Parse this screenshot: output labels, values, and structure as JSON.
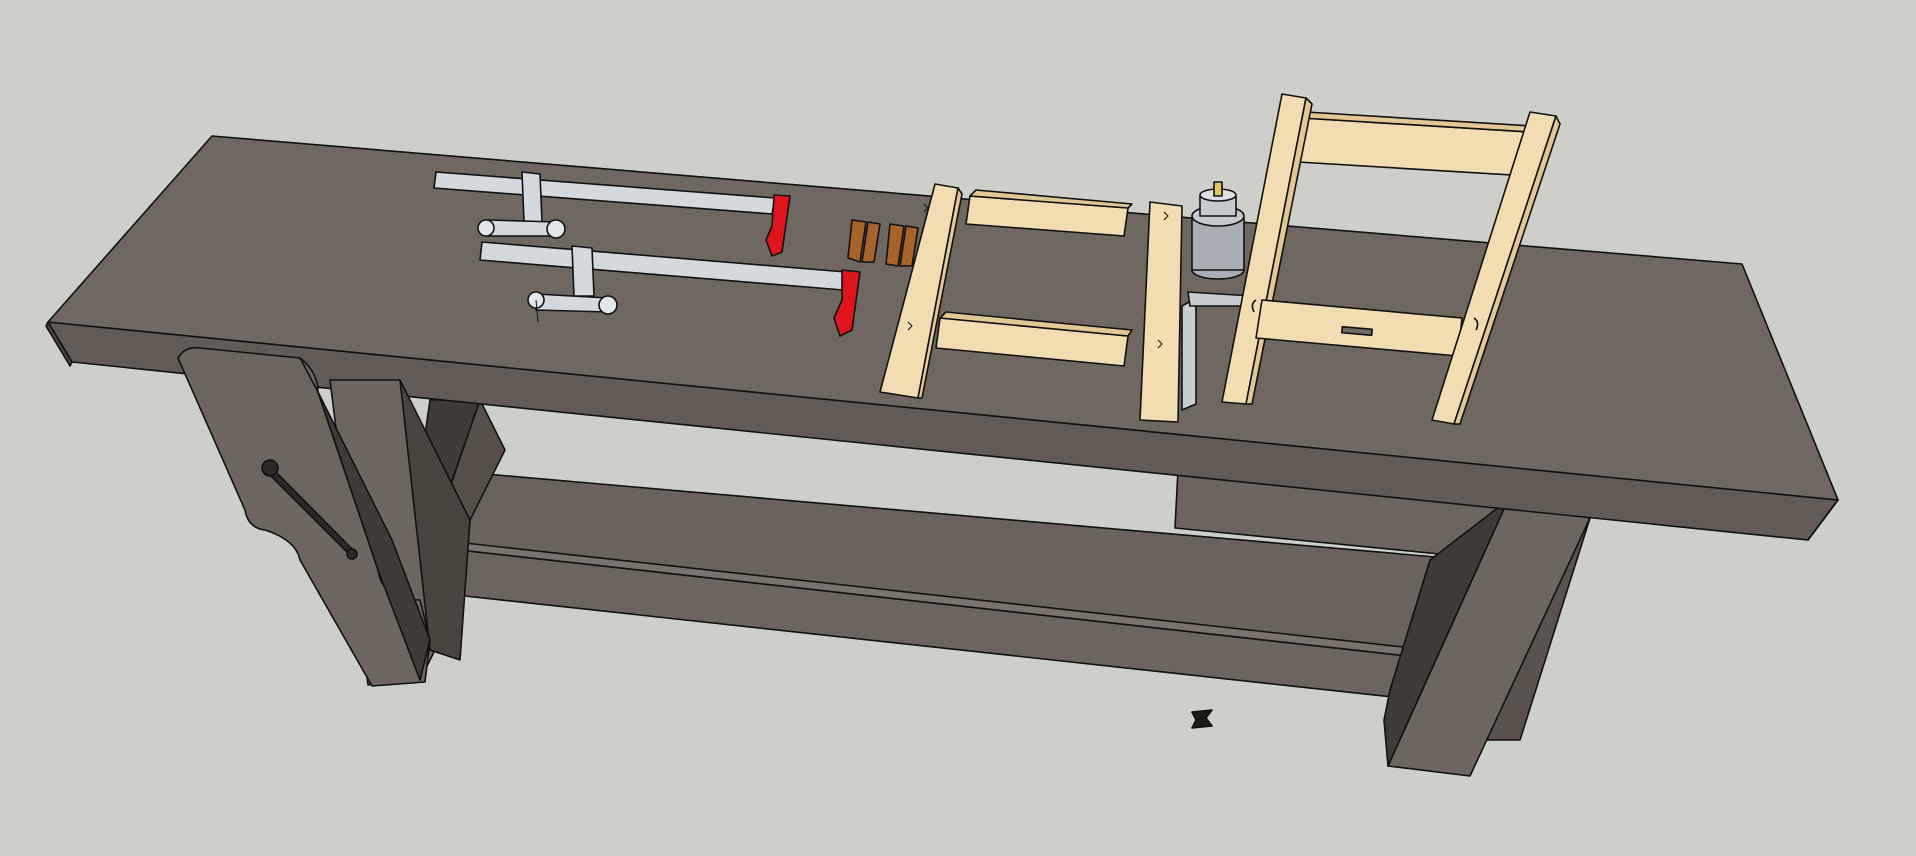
{
  "scene": {
    "kind": "3D model viewport",
    "background_color": "#cfcfca",
    "materials": {
      "bench_top": "#6f6861",
      "bench_side": "#625b55",
      "bench_dark": "#3f3a36",
      "bench_mid": "#575049",
      "pine": "#f2ddb2",
      "pine_shade": "#e2c894",
      "clamp_bar": "#d4d9de",
      "clamp_jaw": "#e0141c",
      "spacer": "#a8632a",
      "glue_bottle": "#a9aeb4"
    },
    "objects": [
      "workbench",
      "face-vise",
      "bar-clamp-1",
      "bar-clamp-2",
      "wood-spacers",
      "frame-assembly-left",
      "square-tool",
      "glue-bottle",
      "chair-frame",
      "butterfly-key"
    ]
  }
}
